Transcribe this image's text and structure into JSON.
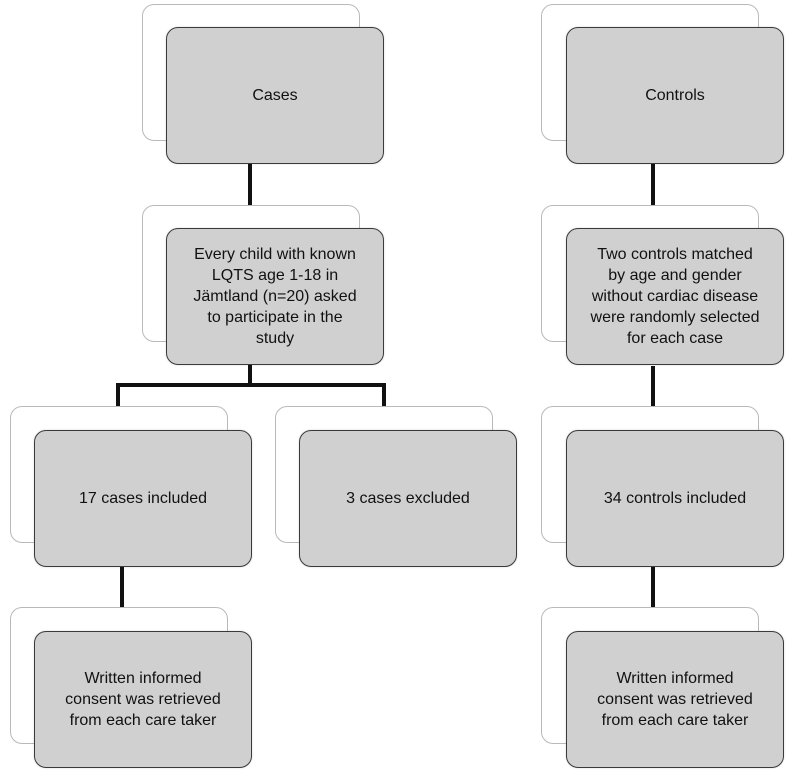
{
  "diagram": {
    "nodes": {
      "cases": {
        "text": "Cases"
      },
      "controls": {
        "text": "Controls"
      },
      "cases_population": {
        "text": "Every child with known\nLQTS age 1-18 in\nJämtland (n=20) asked\nto participate in the\nstudy"
      },
      "controls_selection": {
        "text": "Two controls matched\nby age and gender\nwithout cardiac disease\nwere randomly selected\nfor each case"
      },
      "cases_included": {
        "text": "17 cases included"
      },
      "cases_excluded": {
        "text": "3 cases excluded"
      },
      "controls_included": {
        "text": "34 controls included"
      },
      "cases_consent": {
        "text": "Written informed\nconsent was retrieved\nfrom each care taker"
      },
      "controls_consent": {
        "text": "Written informed\nconsent was retrieved\nfrom each care taker"
      }
    },
    "colors": {
      "front_fill": "#d0d0d0",
      "front_border": "#3a3a3a",
      "back_fill": "#ffffff",
      "back_border": "#b9b9b9",
      "connector": "#111111",
      "text": "#111111"
    }
  }
}
